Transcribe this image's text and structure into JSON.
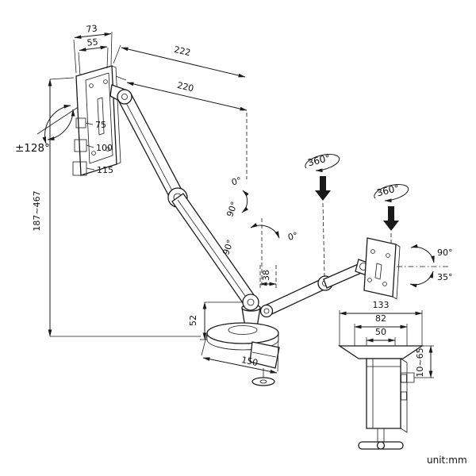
{
  "meta": {
    "unit_label": "unit:mm",
    "line_color": "#1a1a1a",
    "bg_color": "#ffffff"
  },
  "vesa": {
    "plate_width": "73",
    "plate_inner_width": "55",
    "patterns": [
      "75",
      "100",
      "115"
    ]
  },
  "arm": {
    "upper_arm_length": "222",
    "forearm_length": "220",
    "height_range": "187~467",
    "swivel_range": "±128°"
  },
  "joints": {
    "rotation_1": "360°",
    "rotation_2": "360°",
    "pan_zero_1": "0°",
    "pan_ninety_1": "90°",
    "pan_zero_2": "0°",
    "pan_ninety_2": "90°",
    "head_tilt_up": "90°",
    "head_tilt_down": "35°"
  },
  "base": {
    "axis_offset": "38",
    "column_height": "52",
    "base_diameter": "150"
  },
  "clamp": {
    "outer_width": "133",
    "mid_width": "82",
    "inner_width": "50",
    "grip_range": "10~65"
  }
}
